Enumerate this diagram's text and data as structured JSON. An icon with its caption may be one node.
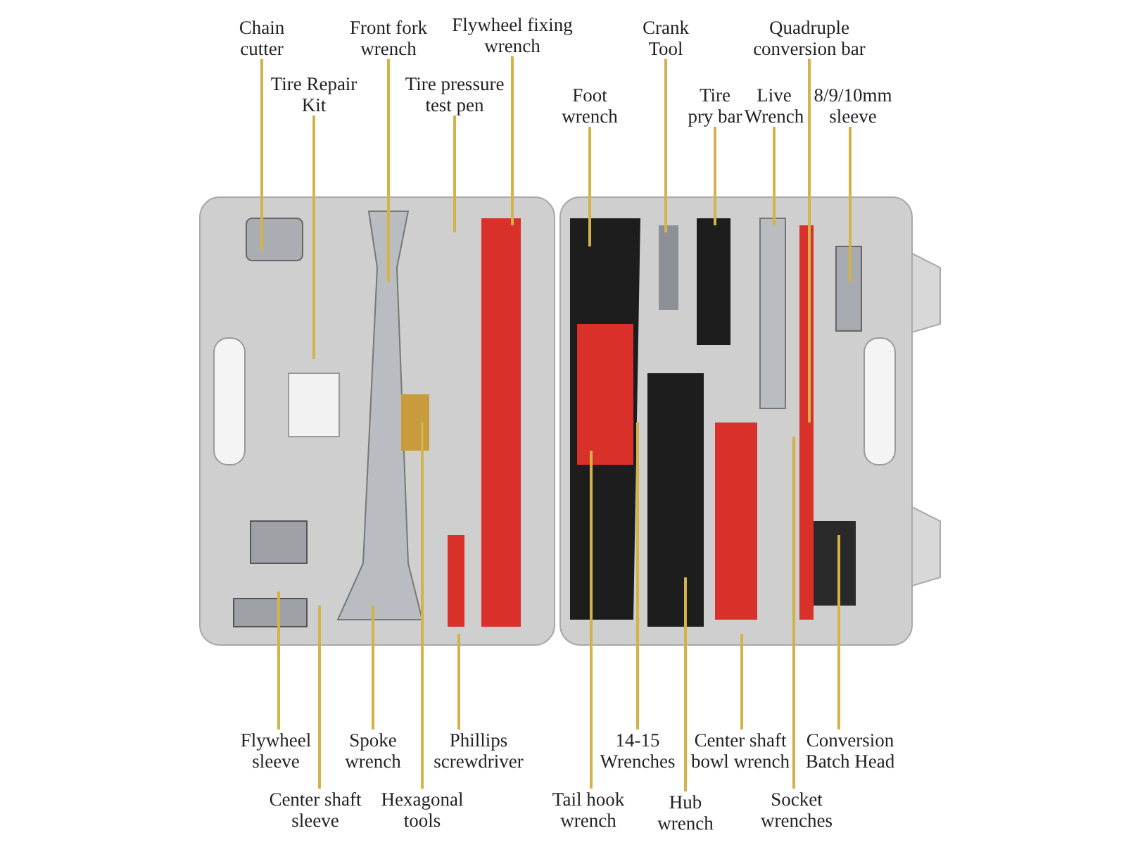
{
  "diagram": {
    "nodes": [
      {
        "text": [
          "Chain cutter"
        ]
      },
      {
        "text": [
          "Tire Repair Kit"
        ]
      },
      {
        "text": [
          "Front fork wrench"
        ]
      },
      {
        "text": [
          "Tire pressure test pen"
        ]
      },
      {
        "text": [
          "Flywheel fixing wrench"
        ]
      },
      {
        "text": [
          "Foot wrench"
        ]
      },
      {
        "text": [
          "Crank Tool"
        ]
      },
      {
        "text": [
          "Tire pry bar"
        ]
      },
      {
        "text": [
          "Live Wrench"
        ]
      },
      {
        "text": [
          "Quadruple conversion bar"
        ]
      },
      {
        "text": [
          "8/9/10mm sleeve"
        ]
      },
      {
        "text": [
          "Flywheel sleeve"
        ]
      },
      {
        "text": [
          "Center shaft sleeve"
        ]
      },
      {
        "text": [
          "Spoke wrench"
        ]
      },
      {
        "text": [
          "Hexagonal tools"
        ]
      },
      {
        "text": [
          "Phillips screwdriver"
        ]
      },
      {
        "text": [
          "Tail hook wrench"
        ]
      },
      {
        "text": [
          "14-15 Wrenches"
        ]
      },
      {
        "text": [
          "Hub wrench"
        ]
      },
      {
        "text": [
          "Center shaft bowl wrench"
        ]
      },
      {
        "text": [
          "Socket wrenches"
        ]
      },
      {
        "text": [
          "Conversion Batch Head"
        ]
      }
    ],
    "edges": [
      {
        "from": 0,
        "to": null,
        "arrow": "none"
      },
      {
        "from": 1,
        "to": null,
        "arrow": "none"
      },
      {
        "from": 2,
        "to": null,
        "arrow": "none"
      },
      {
        "from": 3,
        "to": null,
        "arrow": "none"
      },
      {
        "from": 4,
        "to": null,
        "arrow": "none"
      },
      {
        "from": 5,
        "to": null,
        "arrow": "none"
      },
      {
        "from": 6,
        "to": null,
        "arrow": "none"
      },
      {
        "from": 7,
        "to": null,
        "arrow": "none"
      },
      {
        "from": 8,
        "to": null,
        "arrow": "none"
      },
      {
        "from": 9,
        "to": null,
        "arrow": "none"
      },
      {
        "from": 10,
        "to": null,
        "arrow": "none"
      },
      {
        "from": 11,
        "to": null,
        "arrow": "none"
      },
      {
        "from": 12,
        "to": null,
        "arrow": "none"
      },
      {
        "from": 13,
        "to": null,
        "arrow": "none"
      },
      {
        "from": 14,
        "to": null,
        "arrow": "none"
      },
      {
        "from": 15,
        "to": null,
        "arrow": "none"
      },
      {
        "from": 16,
        "to": null,
        "arrow": "none"
      },
      {
        "from": 17,
        "to": null,
        "arrow": "none"
      },
      {
        "from": 18,
        "to": null,
        "arrow": "none"
      },
      {
        "from": 19,
        "to": null,
        "arrow": "none"
      },
      {
        "from": 20,
        "to": null,
        "arrow": "none"
      },
      {
        "from": 21,
        "to": null,
        "arrow": "none"
      }
    ]
  }
}
